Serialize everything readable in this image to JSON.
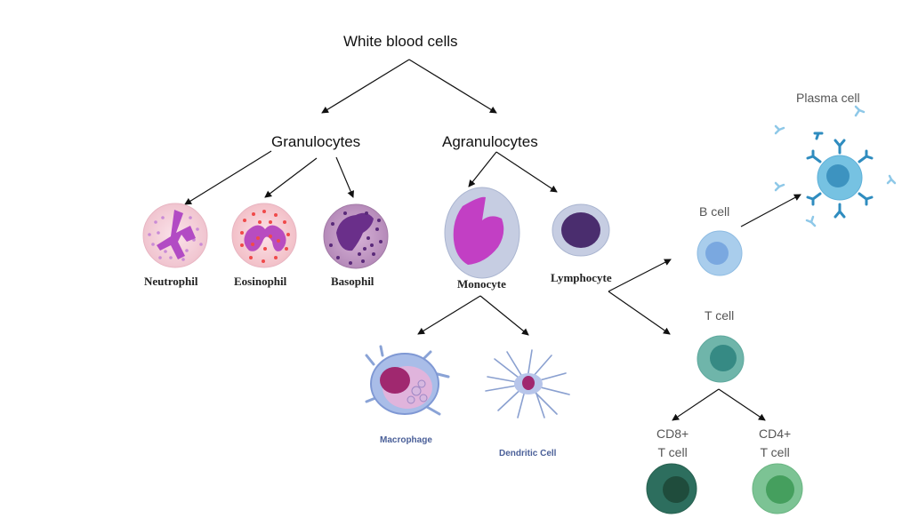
{
  "title": "White blood cells",
  "categories": {
    "granulocytes": "Granulocytes",
    "agranulocytes": "Agranulocytes"
  },
  "granulocytes": [
    {
      "name": "Neutrophil"
    },
    {
      "name": "Eosinophil"
    },
    {
      "name": "Basophil"
    }
  ],
  "agranulocytes": [
    {
      "name": "Monocyte"
    },
    {
      "name": "Lymphocyte"
    }
  ],
  "monocyte_derived": [
    {
      "name": "Macrophage"
    },
    {
      "name": "Dendritic Cell"
    }
  ],
  "lymphocyte_derived": {
    "b_cell": "B cell",
    "plasma_cell": "Plasma cell",
    "t_cell": "T cell",
    "cd8": "CD8+\nT cell",
    "cd8_line1": "CD8+",
    "cd8_line2": "T cell",
    "cd4_line1": "CD4+",
    "cd4_line2": "T cell"
  },
  "colors": {
    "neutrophil_nucleus": "#b24bc4",
    "eosinophil_granule": "#f04a4a",
    "basophil_body": "#6a2f8a",
    "monocyte_nucleus": "#c23fc4",
    "lymphocyte_nucleus": "#4a2d6e",
    "b_cell": "#a9cdec",
    "plasma_cell": "#5fb6dc",
    "t_cell": "#6fb5aa",
    "cd8_t_cell": "#2d6e5e",
    "cd4_t_cell": "#7cc394"
  }
}
